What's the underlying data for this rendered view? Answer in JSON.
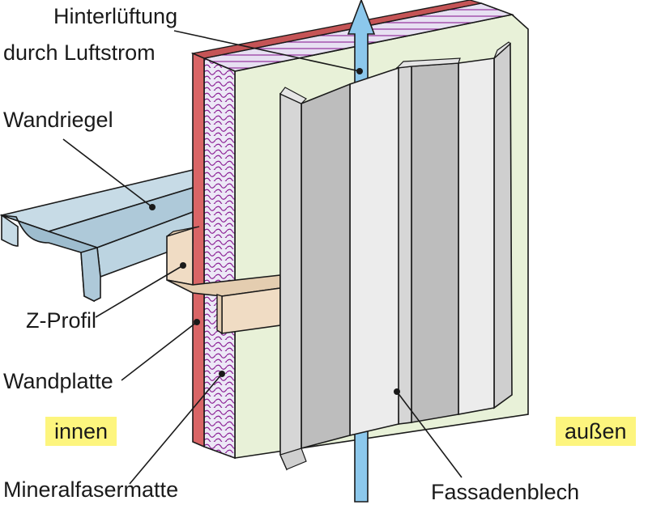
{
  "labels": {
    "hinterlueftung_line1": "Hinterlüftung",
    "hinterlueftung_line2": "durch Luftstrom",
    "wandriegel": "Wandriegel",
    "z_profil": "Z-Profil",
    "wandplatte": "Wandplatte",
    "mineralfasermatte": "Mineralfasermatte",
    "fassadenblech": "Fassadenblech"
  },
  "tags": {
    "innen": "innen",
    "aussen": "außen"
  },
  "colors": {
    "wandplatte": "#d96566",
    "mineralfaser": "#e9e5f5",
    "mineralfaser_hatch": "#8b1f95",
    "air_gap_panel": "#e8f1d8",
    "fassadenblech_light": "#ececec",
    "fassadenblech_dark": "#bdbdbd",
    "wandriegel": "#aec9d9",
    "z_profil": "#f0dcc4",
    "luftstrom_arrow": "#8cc8ec",
    "tag_background": "#fdf57e"
  }
}
